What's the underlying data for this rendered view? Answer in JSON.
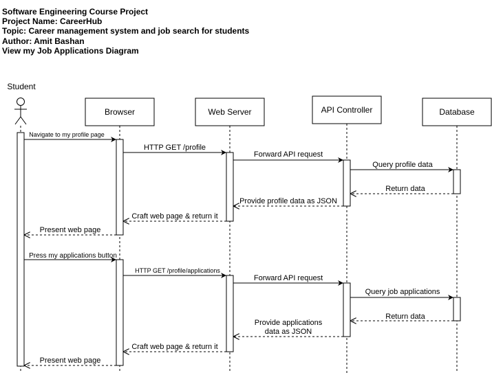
{
  "header": {
    "line1": "Software Engineering Course Project",
    "line2": "Project Name: CareerHub",
    "line3": "Topic: Career management system and job search for students",
    "line4": "Author: Amit Bashan",
    "line5": "View my Job Applications Diagram"
  },
  "participants": {
    "student": "Student",
    "browser": "Browser",
    "web_server": "Web Server",
    "api_controller": "API Controller",
    "database": "Database"
  },
  "messages": {
    "m1": "Navigate to my profile page",
    "m2": "HTTP GET /profile",
    "m3": "Forward API request",
    "m4": "Query profile data",
    "m5": "Return data",
    "m6": "Provide profile data as JSON",
    "m7": "Craft web page & return it",
    "m8": "Present web page",
    "m9": "Press my applications button",
    "m10": "HTTP GET /profile/applications",
    "m11": "Forward API request",
    "m12": "Query job applications",
    "m13": "Return data",
    "m14_line1": "Provide applications",
    "m14_line2": "data as JSON",
    "m15": "Craft web page & return it",
    "m16": "Present web page"
  }
}
